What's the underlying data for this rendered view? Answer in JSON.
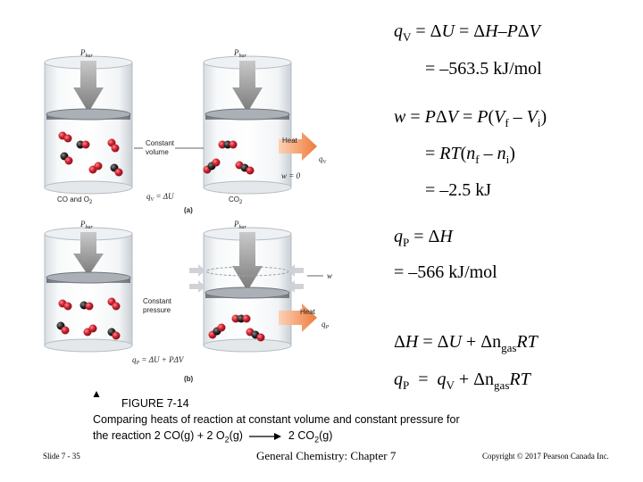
{
  "equations": {
    "qv_line": {
      "q": "q",
      "qsub": "V",
      "rest1": " = Δ",
      "U": "U",
      "rest2": " = Δ",
      "H": "H",
      "rest3": "–",
      "P": "P",
      "rest4": "Δ",
      "V": "V"
    },
    "qv_value": "= –563.5 kJ/mol",
    "w_line": {
      "w": "w",
      "eq1": " = ",
      "P1": "P",
      "d1": "Δ",
      "V1": "V",
      "eq2": " = ",
      "P2": "P",
      "open": "(",
      "Vf": "V",
      "fsub": "f",
      "minus": " – ",
      "Vi": "V",
      "isub": "i",
      "close": ")"
    },
    "w_rt": {
      "pre": "= ",
      "R": "RT",
      "open": "(",
      "nf": "n",
      "fsub": "f",
      "minus": " – ",
      "ni": "n",
      "isub": "i",
      "close": ")"
    },
    "w_value": "= –2.5 kJ",
    "qp_line": {
      "q": "q",
      "psub": "P",
      "rest": " = Δ",
      "H": "H"
    },
    "qp_value": "= –566 kJ/mol",
    "dh_line": {
      "d1": "Δ",
      "H": "H",
      "eq": " = Δ",
      "U": "U",
      "plus": " + Δn",
      "gas": "gas",
      "RT": "RT"
    },
    "qpqv_line": {
      "q1": "q",
      "psub": "P",
      "eq": "  =  ",
      "q2": "q",
      "vsub": "V",
      "plus": " + Δn",
      "gas": "gas",
      "RT": "RT"
    }
  },
  "figure": {
    "top": {
      "pbar_left": "P",
      "pbar_left_sub": "bar",
      "pbar_right": "P",
      "pbar_right_sub": "bar",
      "constant_line1": "Constant",
      "constant_line2": "volume",
      "heat": "Heat",
      "qv_label": "q",
      "qv_label_sub": "V",
      "w_zero": "w = 0",
      "left_gas": "CO and O",
      "left_gas_sub": "2",
      "qv_eq": "q",
      "qv_eq_sub": "V",
      "qv_eq_rest": " = ΔU",
      "right_gas": "CO",
      "right_gas_sub": "2",
      "panel": "(a)"
    },
    "bottom": {
      "pbar_left": "P",
      "pbar_left_sub": "bar",
      "pbar_right": "P",
      "pbar_right_sub": "bar",
      "constant_line1": "Constant",
      "constant_line2": "pressure",
      "w_label": "w",
      "heat": "Heat",
      "qp_label": "q",
      "qp_label_sub": "P",
      "qp_eq": "q",
      "qp_eq_sub": "P",
      "qp_eq_rest": " = ΔU + PΔV",
      "panel": "(b)"
    }
  },
  "caption": {
    "title": "FIGURE 7-14",
    "line2": "Comparing heats of reaction at constant volume and constant pressure for",
    "line3_pre": "the reaction  2 CO(g) + 2 O",
    "line3_sub1": "2",
    "line3_mid": "(g)",
    "line3_post": "2 CO",
    "line3_sub2": "2",
    "line3_end": "(g)"
  },
  "footer": {
    "slide": "Slide 7 - 35",
    "course": "General Chemistry: Chapter 7",
    "copyright": "Copyright © 2017 Pearson Canada Inc."
  },
  "colors": {
    "molecule_red": "#cc1f2f",
    "molecule_dark": "#1a1a1a",
    "arrow_orange": "#f07a3a",
    "arrow_gray": "#8a8a8a"
  }
}
